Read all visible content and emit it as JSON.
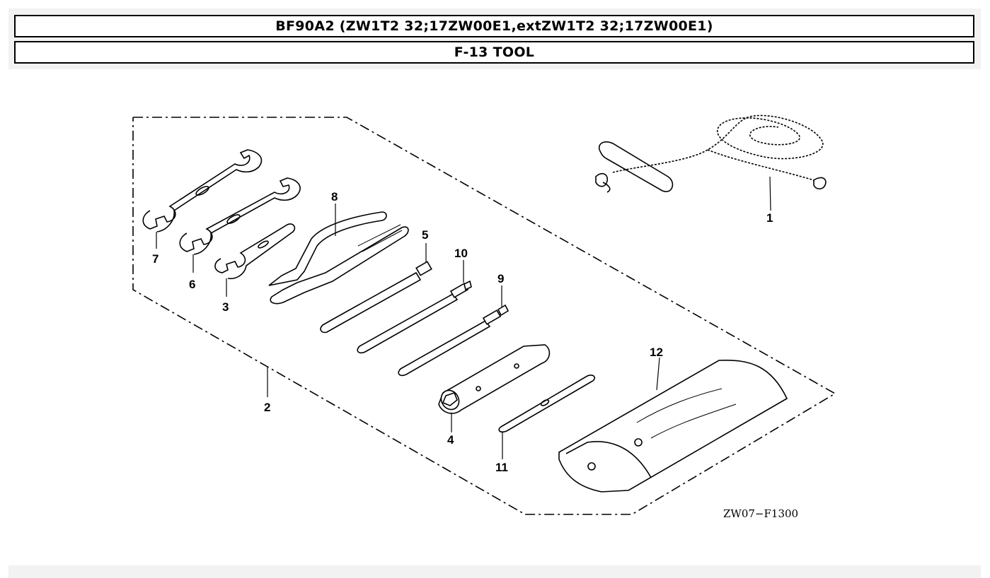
{
  "header": {
    "model_title": "BF90A2 (ZW1T2 32;17ZW00E1,extZW1T2 32;17ZW00E1)",
    "section_title": "F-13 TOOL"
  },
  "diagram": {
    "code": "ZW07−F1300",
    "callouts": [
      "1",
      "2",
      "3",
      "4",
      "5",
      "6",
      "7",
      "8",
      "9",
      "10",
      "11",
      "12"
    ]
  }
}
